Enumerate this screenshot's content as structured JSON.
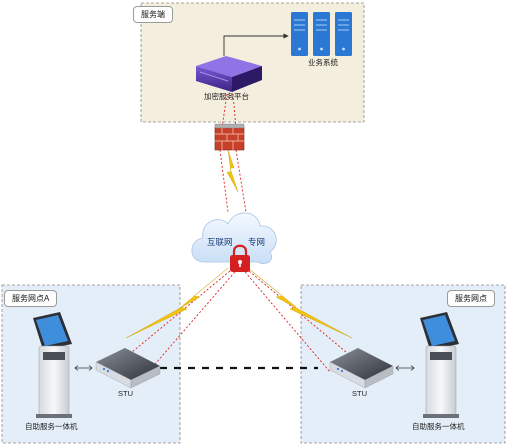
{
  "zones": {
    "server_side": "服务端",
    "site_a": "服务网点A",
    "site_b": "服务网点"
  },
  "nodes": {
    "business_system": "业务系统",
    "encryption_platform": "加密服务平台",
    "network_internet": "互联网",
    "network_private": "专网",
    "stu_left": "STU",
    "stu_right": "STU",
    "kiosk_left": "自助服务一体机",
    "kiosk_right": "自助服务一体机"
  },
  "colors": {
    "server_zone_fill": "#f3eedd",
    "site_zone_fill": "#e4eef8",
    "zone_border": "#8a8a8a",
    "secure_link": "#e02020",
    "lightning": "#f2c40f",
    "server_blue": "#2b78d4",
    "appliance_purple": "#4a2fa0",
    "firewall_red": "#c8402a",
    "cloud_fill": "#dcecfb",
    "lock_red": "#d42020"
  },
  "icons": [
    "server-rack-icon",
    "encryption-appliance-icon",
    "firewall-icon",
    "cloud-icon",
    "padlock-icon",
    "stu-device-icon",
    "kiosk-terminal-icon",
    "lightning-bolt-icon"
  ]
}
